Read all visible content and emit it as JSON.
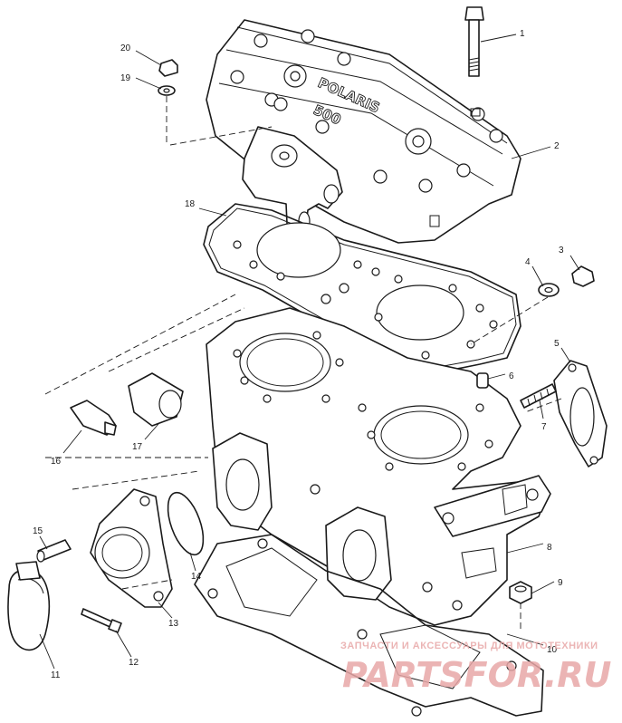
{
  "diagram": {
    "head_brand_text": "POLARIS",
    "head_model_text": "500",
    "callouts": [
      {
        "id": "1",
        "label": "1"
      },
      {
        "id": "2",
        "label": "2"
      },
      {
        "id": "3",
        "label": "3"
      },
      {
        "id": "4",
        "label": "4"
      },
      {
        "id": "5",
        "label": "5"
      },
      {
        "id": "6",
        "label": "6"
      },
      {
        "id": "7",
        "label": "7"
      },
      {
        "id": "8",
        "label": "8"
      },
      {
        "id": "9",
        "label": "9"
      },
      {
        "id": "10",
        "label": "10"
      },
      {
        "id": "11",
        "label": "11"
      },
      {
        "id": "12",
        "label": "12"
      },
      {
        "id": "13",
        "label": "13"
      },
      {
        "id": "14",
        "label": "14"
      },
      {
        "id": "15",
        "label": "15"
      },
      {
        "id": "16",
        "label": "16"
      },
      {
        "id": "17",
        "label": "17"
      },
      {
        "id": "18",
        "label": "18"
      },
      {
        "id": "19",
        "label": "19"
      },
      {
        "id": "20",
        "label": "20"
      }
    ]
  },
  "watermark": {
    "tagline": "ЗАПЧАСТИ И АКСЕССУАРЫ ДЛЯ МОТОТЕХНИКИ",
    "domain": "PARTSFOR.RU",
    "color": "#e8a8a8"
  }
}
